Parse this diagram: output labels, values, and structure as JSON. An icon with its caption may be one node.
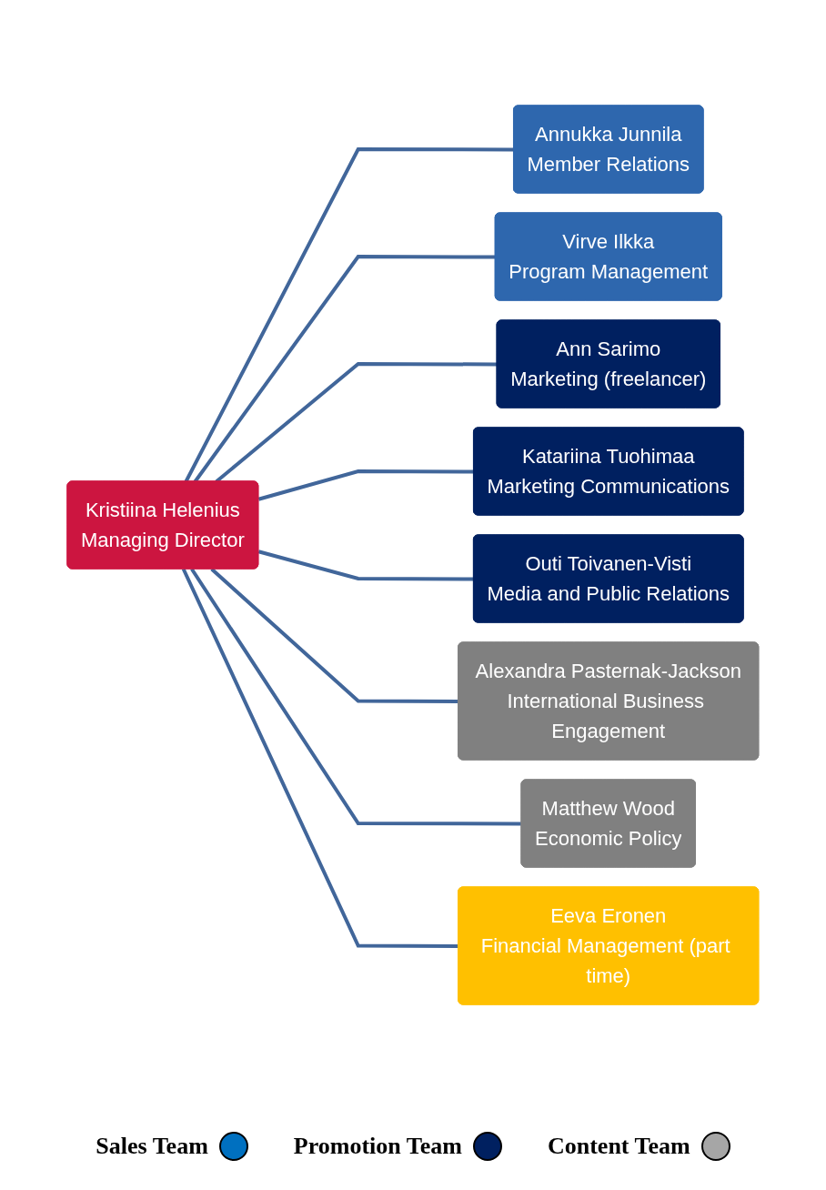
{
  "diagram": {
    "nodes": [
      {
        "text": [
          "Kristiina Helenius",
          "Managing Director"
        ]
      },
      {
        "text": [
          "Annukka Junnila",
          "Member Relations"
        ]
      },
      {
        "text": [
          "Virve Ilkka",
          "Program Management"
        ]
      },
      {
        "text": [
          "Ann Sarimo",
          "Marketing (freelancer)"
        ]
      },
      {
        "text": [
          "Katariina Tuohimaa",
          "Marketing Communications"
        ]
      },
      {
        "text": [
          "Outi Toivanen-Visti",
          "Media and Public Relations"
        ]
      },
      {
        "text": [
          "Alexandra Pasternak-Jackson",
          "International Business Engagement"
        ]
      },
      {
        "text": [
          "Matthew Wood",
          "Economic Policy"
        ]
      },
      {
        "text": [
          "Eeva Eronen",
          "Financial Management (part time)"
        ]
      }
    ],
    "edges": [
      {
        "from": 0,
        "to": 1,
        "arrow": "none"
      },
      {
        "from": 0,
        "to": 2,
        "arrow": "none"
      },
      {
        "from": 0,
        "to": 3,
        "arrow": "none"
      },
      {
        "from": 0,
        "to": 4,
        "arrow": "none"
      },
      {
        "from": 0,
        "to": 5,
        "arrow": "none"
      },
      {
        "from": 0,
        "to": 6,
        "arrow": "none"
      },
      {
        "from": 0,
        "to": 7,
        "arrow": "none"
      },
      {
        "from": 0,
        "to": 8,
        "arrow": "none"
      }
    ],
    "legend": [
      {
        "text": "Sales Team",
        "color": "#0070c0"
      },
      {
        "text": "Promotion Team",
        "color": "#002060"
      },
      {
        "text": "Content Team",
        "color": "#a6a6a6"
      }
    ]
  }
}
